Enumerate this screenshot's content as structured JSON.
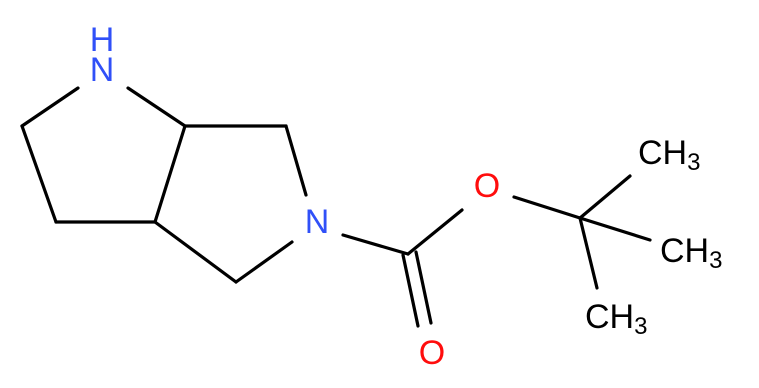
{
  "colors": {
    "bond": "#000000",
    "nitrogen": "#3050F8",
    "oxygen": "#FF0D0D",
    "carbon_label": "#000000",
    "background": "#ffffff"
  },
  "atoms": {
    "nh": {
      "text": "H",
      "n": "N"
    },
    "n_ring": "N",
    "o_ester": "O",
    "o_carbonyl": "O",
    "ch3_top": {
      "main": "CH",
      "sub": "3"
    },
    "ch3_mid": {
      "main": "CH",
      "sub": "3"
    },
    "ch3_bot": {
      "main": "CH",
      "sub": "3"
    }
  }
}
